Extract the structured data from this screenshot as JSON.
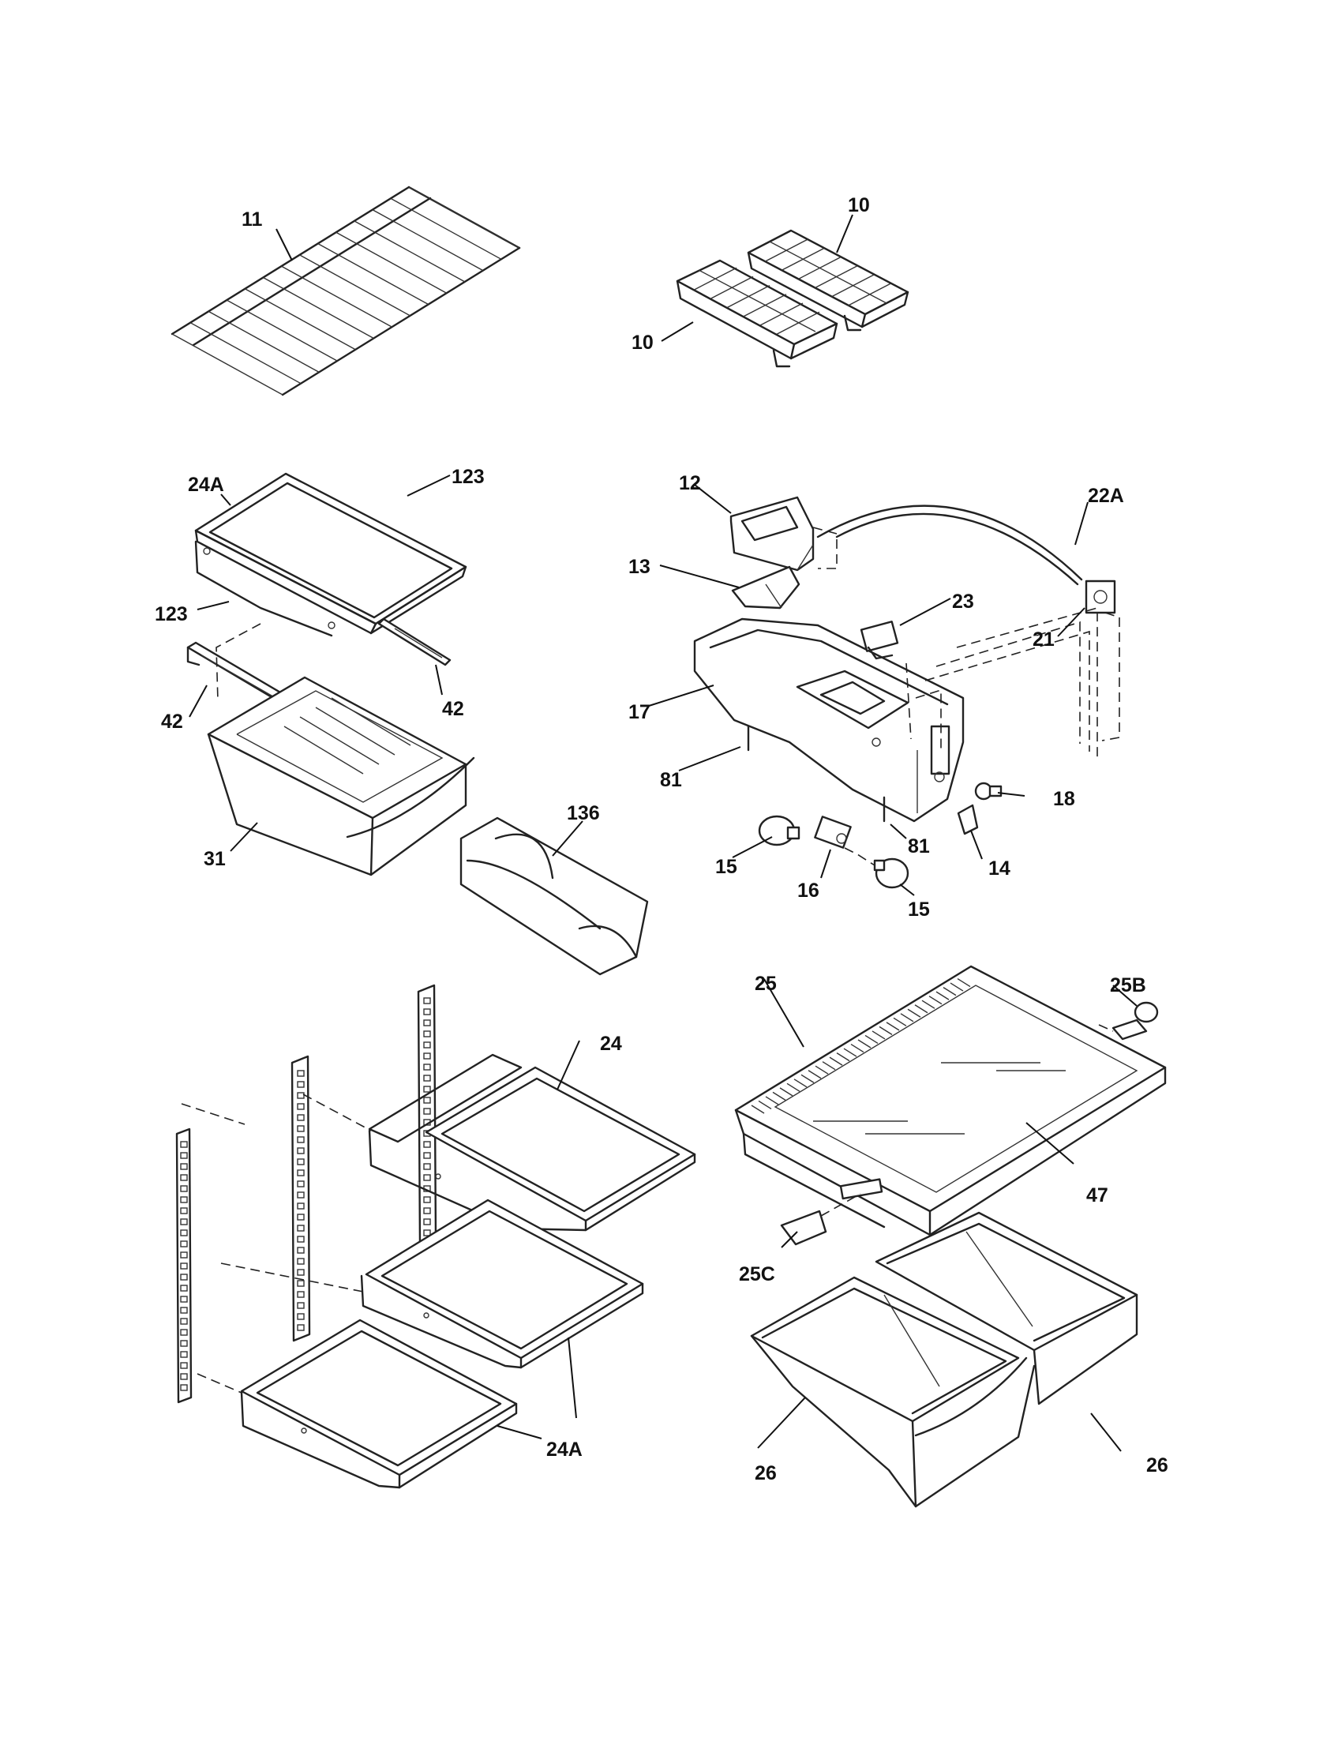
{
  "callouts": {
    "c11": "11",
    "c10a": "10",
    "c10b": "10",
    "c24A_top": "24A",
    "c123a": "123",
    "c123b": "123",
    "c42a": "42",
    "c42b": "42",
    "c31": "31",
    "c136": "136",
    "c12": "12",
    "c13": "13",
    "c22A": "22A",
    "c23": "23",
    "c21": "21",
    "c17": "17",
    "c81a": "81",
    "c81b": "81",
    "c18": "18",
    "c15a": "15",
    "c15b": "15",
    "c16": "16",
    "c14": "14",
    "c25": "25",
    "c25B": "25B",
    "c47": "47",
    "c25C": "25C",
    "c26a": "26",
    "c26b": "26",
    "c24": "24",
    "c24A_bot": "24A"
  }
}
